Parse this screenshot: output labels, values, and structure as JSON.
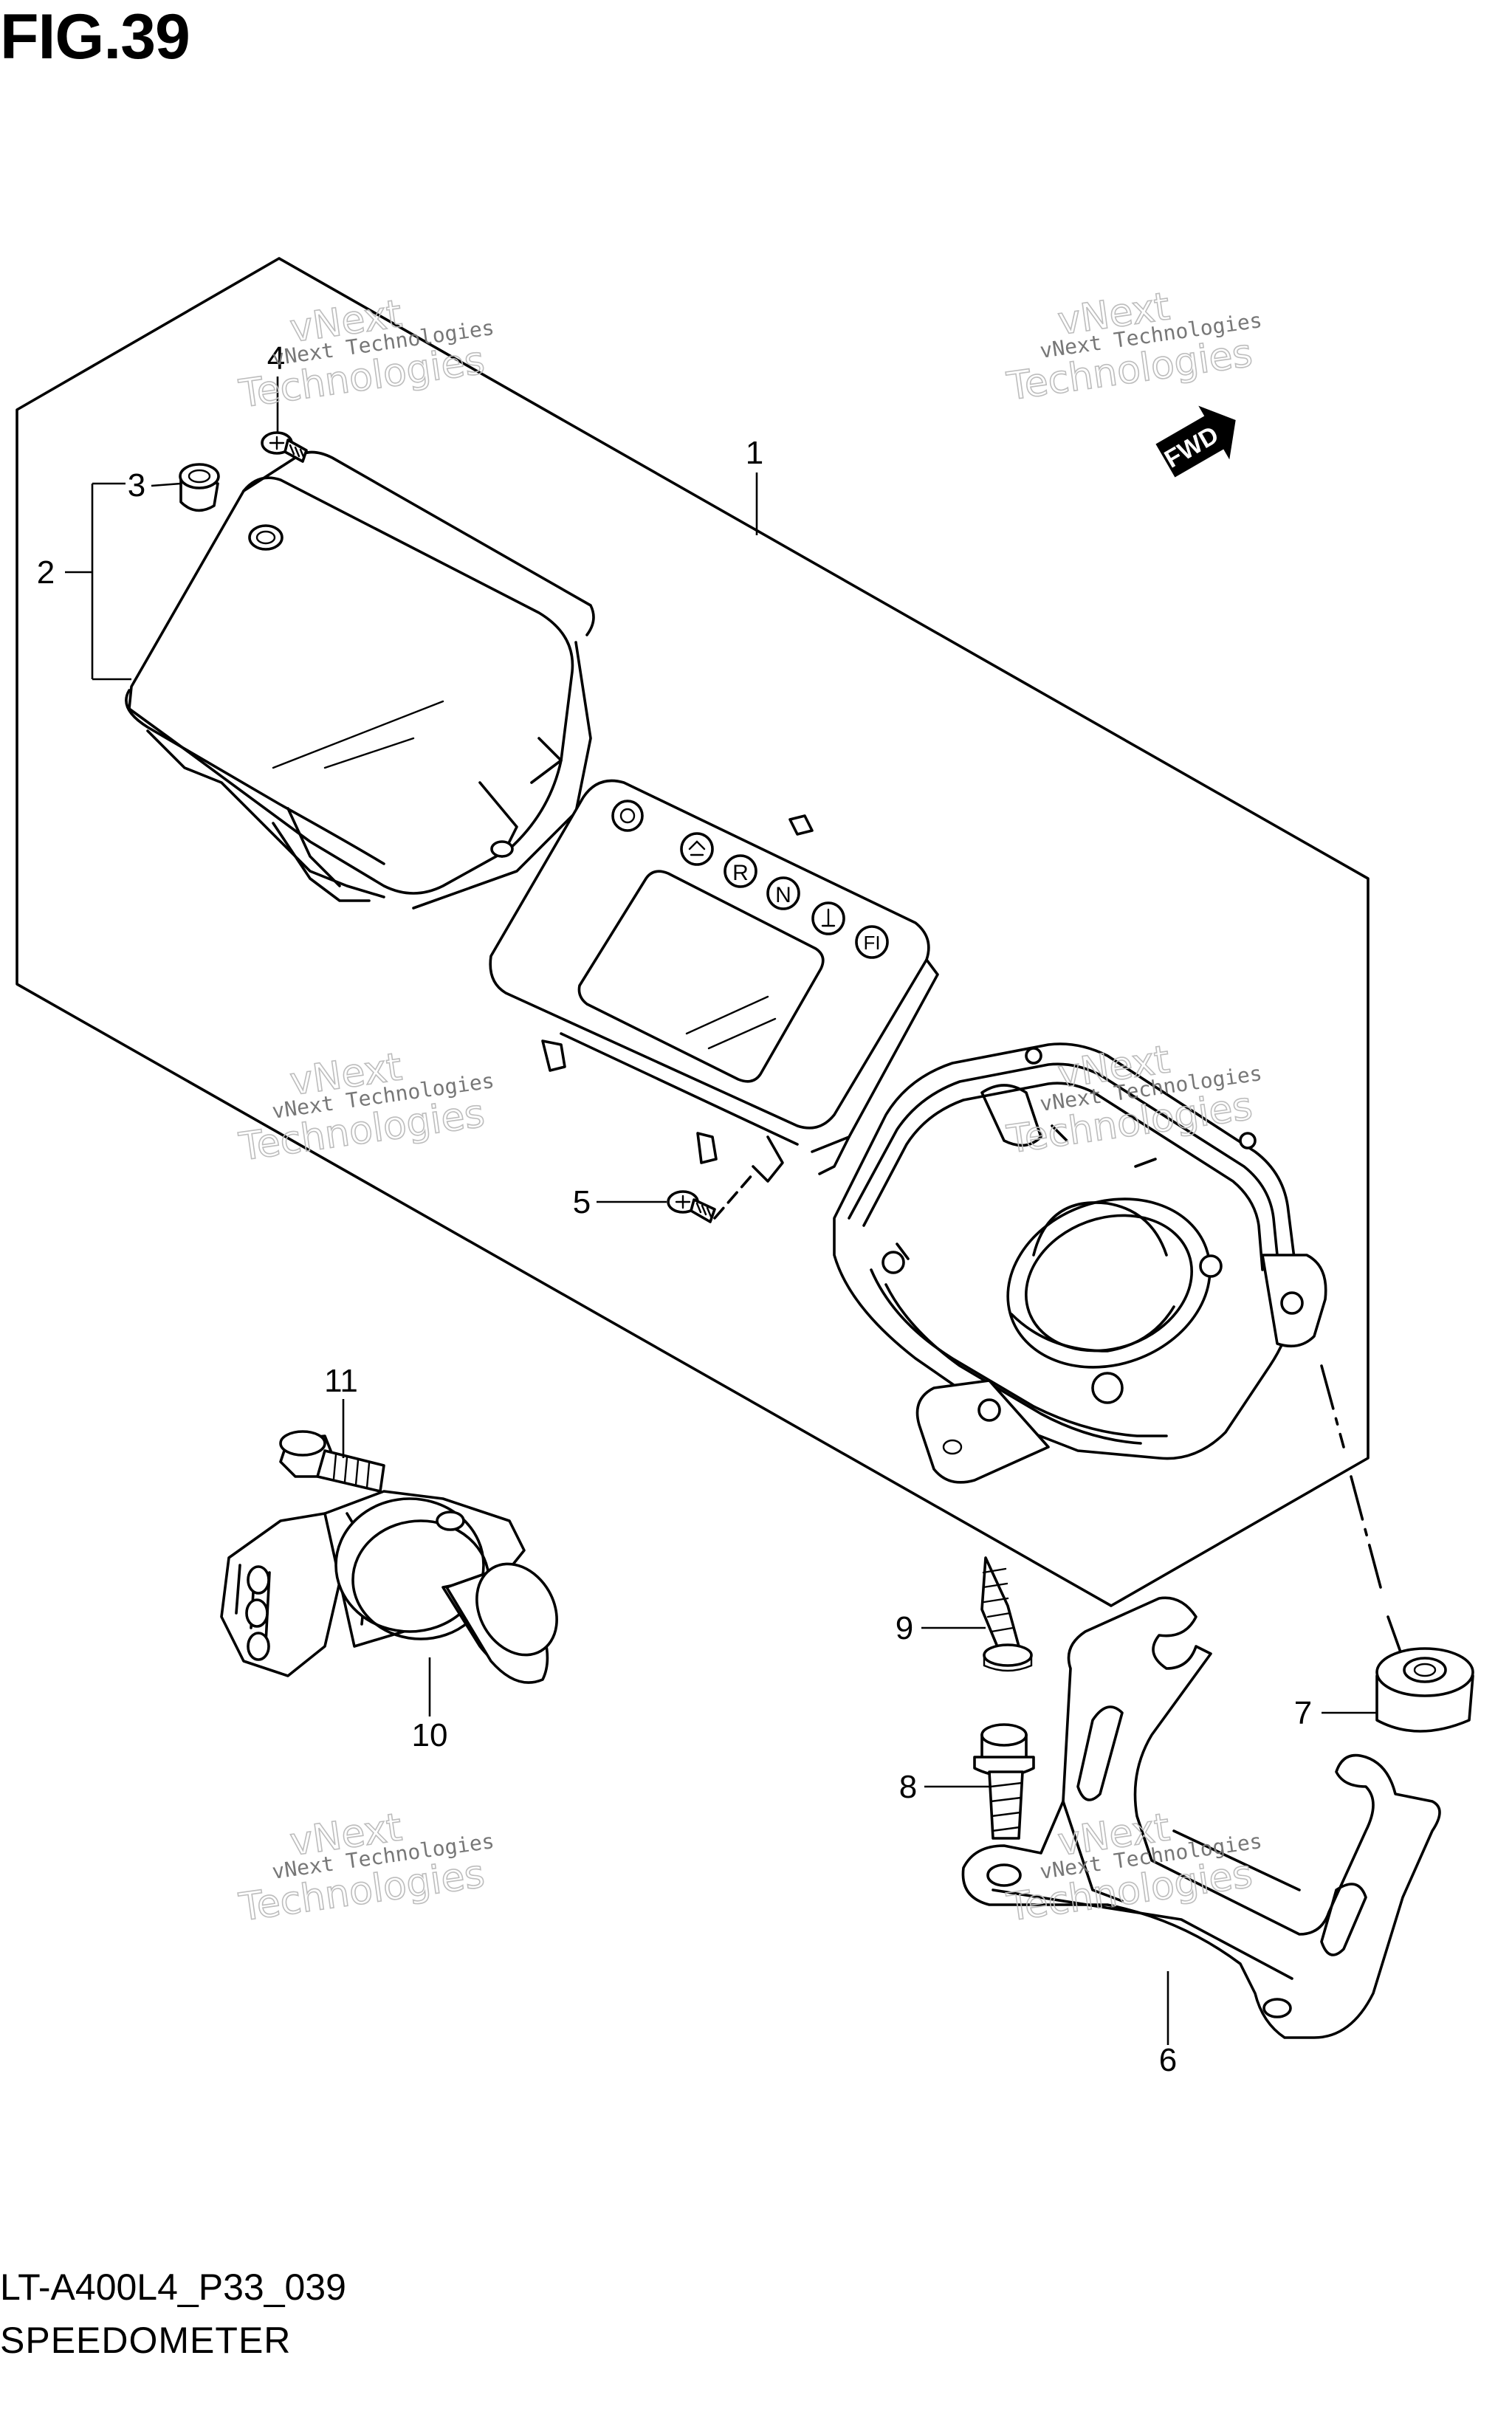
{
  "figure": {
    "title": "FIG.39",
    "model_code": "LT-A400L4_P33_039",
    "section_name": "SPEEDOMETER"
  },
  "forward_badge": "FWD",
  "watermarks": [
    {
      "line1": "vNext Technologies",
      "line2": "vNext",
      "line3": "Technologies"
    },
    {
      "line1": "vNext Technologies",
      "line2": "vNext",
      "line3": "Technologies"
    },
    {
      "line1": "vNext Technologies",
      "line2": "vNext",
      "line3": "Technologies"
    },
    {
      "line1": "vNext Technologies",
      "line2": "vNext",
      "line3": "Technologies"
    },
    {
      "line1": "vNext Technologies",
      "line2": "vNext",
      "line3": "Technologies"
    },
    {
      "line1": "vNext Technologies",
      "line2": "vNext",
      "line3": "Technologies"
    }
  ],
  "callouts": [
    {
      "number": "1"
    },
    {
      "number": "2"
    },
    {
      "number": "3"
    },
    {
      "number": "4"
    },
    {
      "number": "5"
    },
    {
      "number": "6"
    },
    {
      "number": "7"
    },
    {
      "number": "8"
    },
    {
      "number": "9"
    },
    {
      "number": "10"
    },
    {
      "number": "11"
    }
  ],
  "indicators": [
    "R",
    "N",
    "FI"
  ]
}
